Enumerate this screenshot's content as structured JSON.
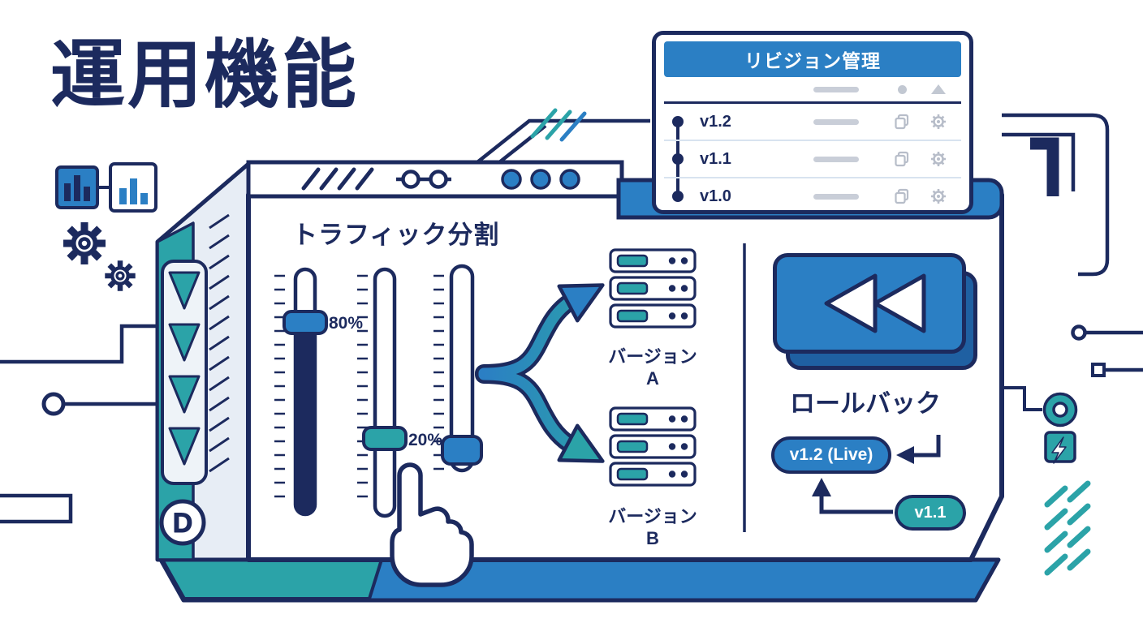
{
  "page": {
    "title": "運用機能"
  },
  "colors": {
    "navy": "#1c2a5e",
    "blue": "#2b7fc4",
    "blue_dark": "#1f60a2",
    "teal": "#2ba3a8",
    "panel_face": "#e7edf5",
    "gray_dash": "#c9ced8",
    "row_separator": "#d8e3f0",
    "white": "#ffffff"
  },
  "revision_panel": {
    "title": "リビジョン管理",
    "rows": [
      {
        "version": "v1.2"
      },
      {
        "version": "v1.1"
      },
      {
        "version": "v1.0"
      }
    ]
  },
  "traffic_section": {
    "title": "トラフィック分割",
    "sliders": [
      {
        "name": "slider-a",
        "label": "80%",
        "value": 80
      },
      {
        "name": "slider-b",
        "label": "20%",
        "value": 20
      },
      {
        "name": "slider-c",
        "label": ""
      }
    ],
    "targets": [
      {
        "label": "バージョンA",
        "units": 3
      },
      {
        "label": "バージョンB",
        "units": 3
      }
    ]
  },
  "rollback_section": {
    "title": "ロールバック",
    "live_badge": "v1.2 (Live)",
    "rollback_badge": "v1.1"
  },
  "logo": {
    "letter": "D"
  },
  "icons": [
    "link-icon",
    "window-dot",
    "copy-icon",
    "gear-icon",
    "rewind-icon",
    "pointer-hand-icon",
    "server-icon",
    "bar-chart-icon",
    "funnel-stack-icon",
    "lightning-icon",
    "ring-icon",
    "commit-dot-icon",
    "sort-up-icon",
    "record-dot-icon"
  ]
}
